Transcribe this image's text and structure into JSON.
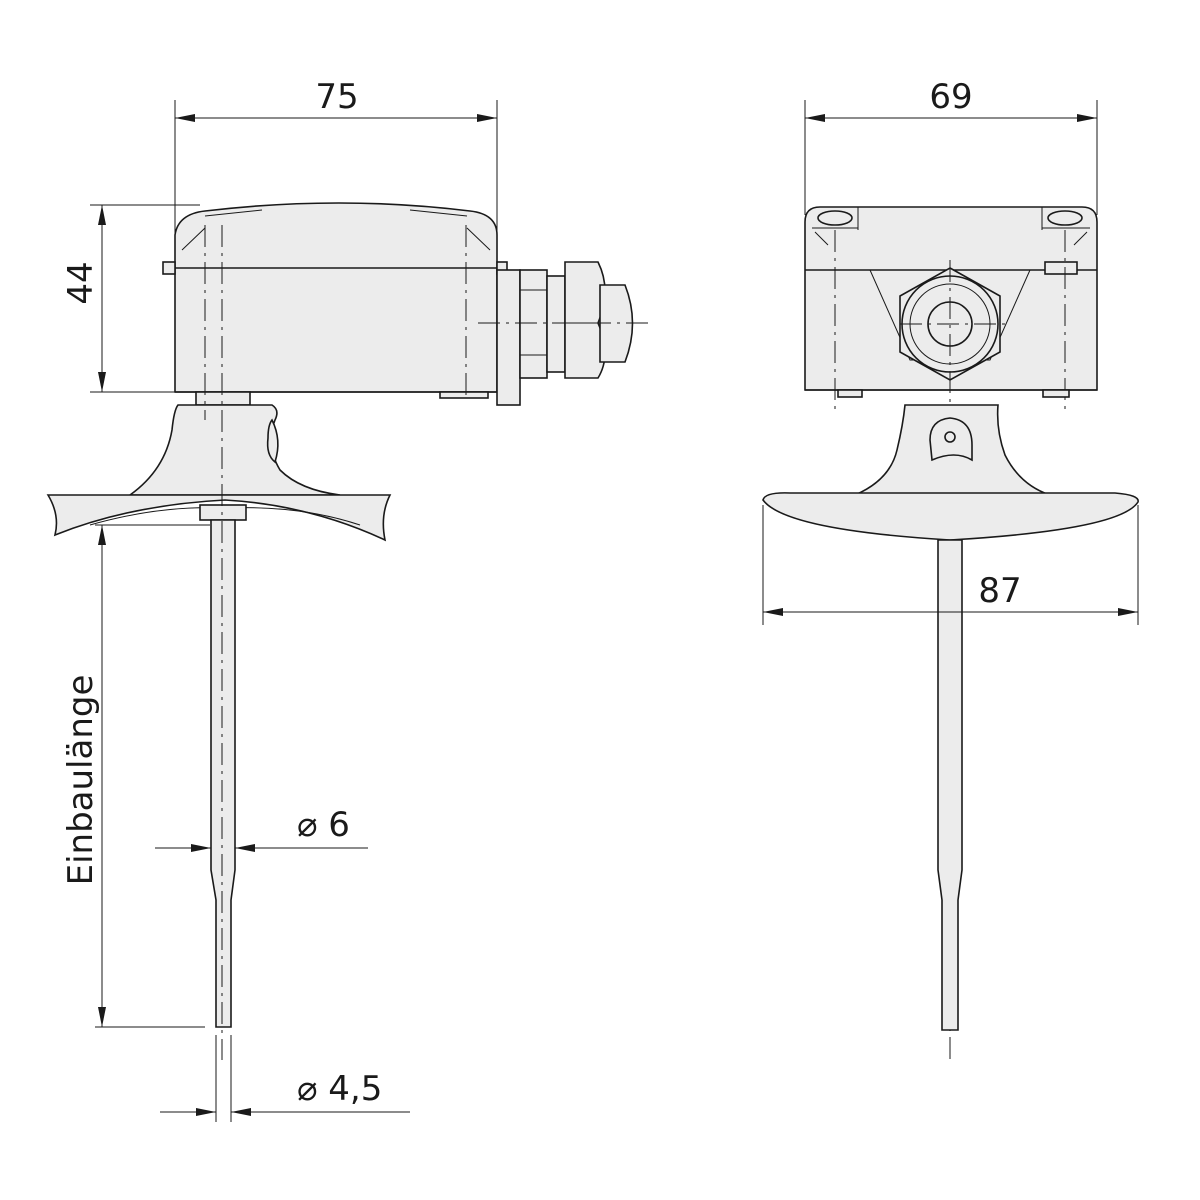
{
  "drawing": {
    "side_view": {
      "width_dimension": "75",
      "height_dimension": "44",
      "insertion_length_label": "Einbaulänge",
      "stem_diameter_label": "⌀ 6",
      "tip_diameter_label": "⌀ 4,5"
    },
    "front_view": {
      "width_dimension": "69",
      "flange_dimension": "87"
    },
    "colors": {
      "line": "#1a1a1a",
      "fill": "#ececec"
    }
  }
}
